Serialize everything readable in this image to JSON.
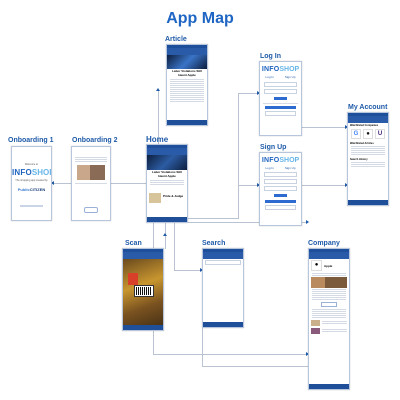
{
  "title": "App Map",
  "screens": {
    "onboarding1": {
      "label": "Onboarding 1",
      "welcome": "Welcome to",
      "logo_info": "INFO",
      "logo_shop": "SHOP",
      "sub": "The shopping app created by",
      "org_prefix": "Public",
      "org_name": "CITIZEN"
    },
    "onboarding2": {
      "label": "Onboarding 2"
    },
    "home": {
      "label": "Home",
      "headline": "Labor Violations Still Haunt Apple",
      "item_title": "Pride & Judge"
    },
    "article": {
      "label": "Article",
      "headline": "Labor Violations Still Haunt Apple"
    },
    "login": {
      "label": "Log In",
      "logo_info": "INFO",
      "logo_shop": "SHOP",
      "tab_login": "Log In",
      "tab_signup": "Sign Up"
    },
    "signup": {
      "label": "Sign Up",
      "logo_info": "INFO",
      "logo_shop": "SHOP",
      "tab_login": "Log In",
      "tab_signup": "Sign Up"
    },
    "account": {
      "label": "My Account",
      "section1": "Watchlisted Companies",
      "section2": "Watchlisted Articles",
      "section3": "Search History"
    },
    "scan": {
      "label": "Scan"
    },
    "search": {
      "label": "Search"
    },
    "company": {
      "label": "Company",
      "name": "Apple"
    }
  },
  "colors": {
    "accent": "#1e5aa8",
    "title": "#1f66c4",
    "nav": "#2a5ba8",
    "connector": "#b9c3d1"
  }
}
